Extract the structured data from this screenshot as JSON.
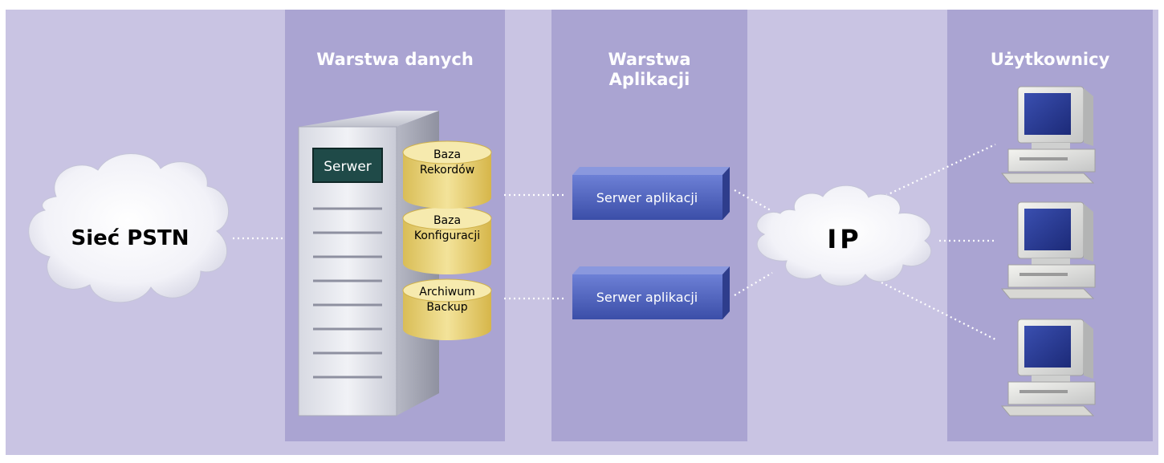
{
  "layers": {
    "data_layer": {
      "title": "Warstwa danych"
    },
    "app_layer": {
      "title_line1": "Warstwa",
      "title_line2": "Aplikacji"
    },
    "users_layer": {
      "title": "Użytkownicy"
    }
  },
  "network": {
    "pstn": "Sieć PSTN",
    "ip": "IP"
  },
  "server": {
    "label": "Serwer",
    "databases": [
      {
        "line1": "Baza",
        "line2": "Rekordów"
      },
      {
        "line1": "Baza",
        "line2": "Konfiguracji"
      },
      {
        "line1": "Archiwum",
        "line2": "Backup"
      }
    ]
  },
  "app_servers": [
    {
      "label": "Serwer aplikacji"
    },
    {
      "label": "Serwer aplikacji"
    }
  ],
  "colors": {
    "background": "#c9c4e3",
    "column": "#aaa4d2",
    "app_server": "#4a5db8",
    "database": "#e8d178",
    "server_screen": "#1f4a48"
  }
}
